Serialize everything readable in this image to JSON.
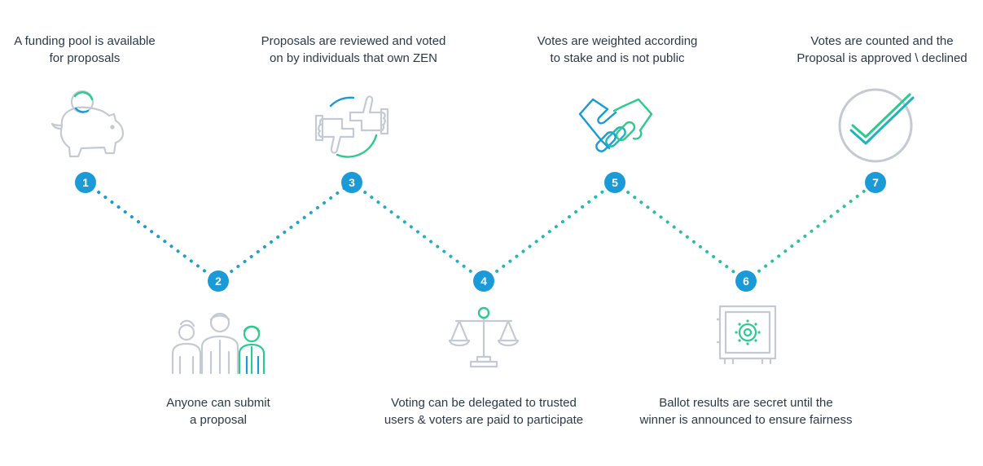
{
  "steps": [
    {
      "number": "1",
      "line1": "A funding pool is available",
      "line2": "for proposals",
      "icon": "piggy-bank-icon"
    },
    {
      "number": "2",
      "line1": "Anyone can submit",
      "line2": "a proposal",
      "icon": "people-icon"
    },
    {
      "number": "3",
      "line1": "Proposals are reviewed and voted",
      "line2": "on by individuals that own ZEN",
      "icon": "thumbs-vote-icon"
    },
    {
      "number": "4",
      "line1": "Voting can be delegated to trusted",
      "line2": "users & voters are paid to participate",
      "icon": "scales-icon"
    },
    {
      "number": "5",
      "line1": "Votes are weighted according",
      "line2": "to stake and is not public",
      "icon": "handshake-icon"
    },
    {
      "number": "6",
      "line1": "Ballot results are secret until the",
      "line2": "winner is announced to ensure fairness",
      "icon": "safe-icon"
    },
    {
      "number": "7",
      "line1": "Votes are counted and the",
      "line2": "Proposal is approved \\ declined",
      "icon": "checkmark-circle-icon"
    }
  ],
  "colors": {
    "node_fill": "#1a9ad6",
    "dots_start": "#1a8fd0",
    "dots_end": "#2ccb8d",
    "icon_gray": "#c4cad3",
    "icon_accent_blue": "#1a9ad6",
    "icon_accent_green": "#2ccb8d"
  }
}
